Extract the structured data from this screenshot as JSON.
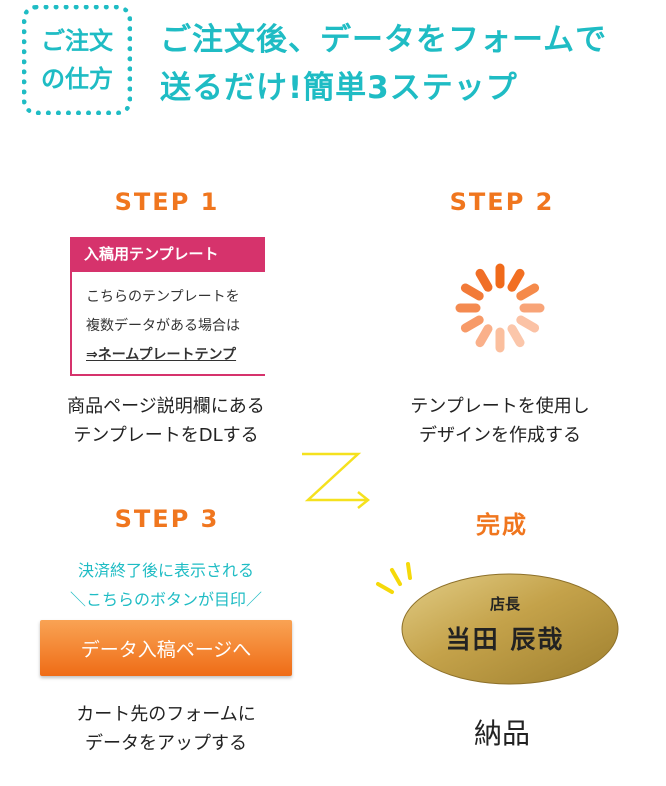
{
  "badge": {
    "line1": "ご注文",
    "line2": "の仕方"
  },
  "headline": {
    "line1": "ご注文後、データをフォームで",
    "line2": "送るだけ!簡単3ステップ"
  },
  "steps": [
    {
      "title": "STEP 1",
      "desc_line1": "商品ページ説明欄にある",
      "desc_line2": "テンプレートをDLする"
    },
    {
      "title": "STEP 2",
      "desc_line1": "テンプレートを使用し",
      "desc_line2": "デザインを作成する"
    },
    {
      "title": "STEP 3",
      "desc_line1": "カート先のフォームに",
      "desc_line2": "データをアップする"
    },
    {
      "title": "完成"
    }
  ],
  "template_card": {
    "header": "入稿用テンプレート",
    "line1": "こちらのテンプレートを",
    "line2": "複数データがある場合は",
    "link": "⇒ネームプレートテンプ"
  },
  "note": {
    "line1": "決済終了後に表示される",
    "line2": "＼こちらのボタンが目印／"
  },
  "cta_button": "データ入稿ページへ",
  "nameplate": {
    "title": "店長",
    "name": "当田 辰哉"
  },
  "complete_label": "納品",
  "colors": {
    "teal": "#1fbcc4",
    "orange": "#f0761e",
    "pink": "#d6336c",
    "gold": "#c8a64b",
    "yellow": "#f5e11e"
  },
  "icons": {
    "spinner": "loading-spinner-icon",
    "arrow": "zigzag-arrow-icon",
    "sparkle": "sparkle-icon"
  }
}
